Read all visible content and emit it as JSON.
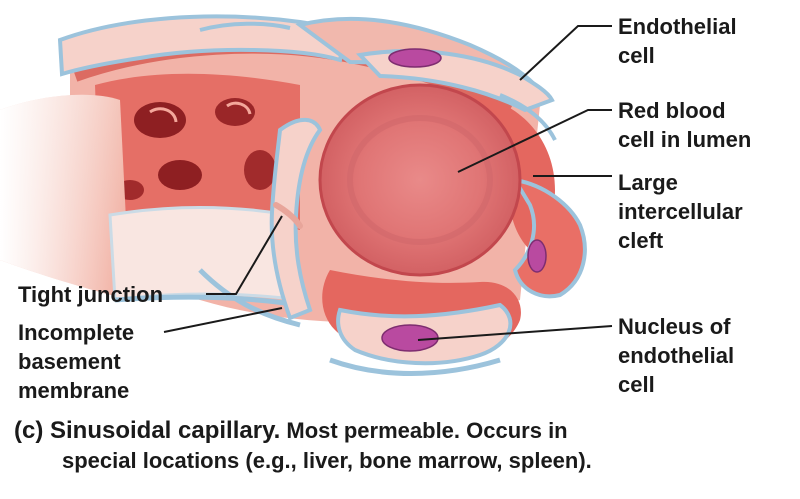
{
  "labels": {
    "endothelial_cell": [
      "Endothelial",
      "cell"
    ],
    "red_blood_cell": [
      "Red blood",
      "cell in lumen"
    ],
    "intercellular_cleft": [
      "Large",
      "intercellular",
      "cleft"
    ],
    "nucleus": [
      "Nucleus of",
      "endothelial",
      "cell"
    ],
    "tight_junction": [
      "Tight junction"
    ],
    "basement_membrane": [
      "Incomplete",
      "basement",
      "membrane"
    ]
  },
  "caption": {
    "heading": "(c) Sinusoidal capillary.",
    "line1": "Most permeable. Occurs in",
    "line2": "special locations (e.g., liver, bone marrow, spleen)."
  },
  "colors": {
    "cell_pink": "#e9857b",
    "cell_deep": "#c9413d",
    "membrane_blue": "#9cc3dc",
    "rbc": "#e7797a",
    "nucleus": "#b94aa0"
  }
}
